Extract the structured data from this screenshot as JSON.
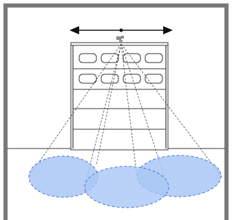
{
  "diagram": {
    "colors": {
      "frame": "#7a7a7a",
      "outline": "#333333",
      "door_fill": "#ffffff",
      "beam_line": "#444444",
      "coverage_fill": "#a9c7f5",
      "coverage_stroke": "#4a6fd6",
      "arrow": "#111111",
      "sensor": "#8a8a8a"
    },
    "door_panel_rows": 5,
    "window_rows": 2,
    "windows_per_row": 4,
    "coverage_zone_count": 3,
    "icons": [
      "double-headed-arrow-icon",
      "motion-sensor-icon"
    ]
  }
}
